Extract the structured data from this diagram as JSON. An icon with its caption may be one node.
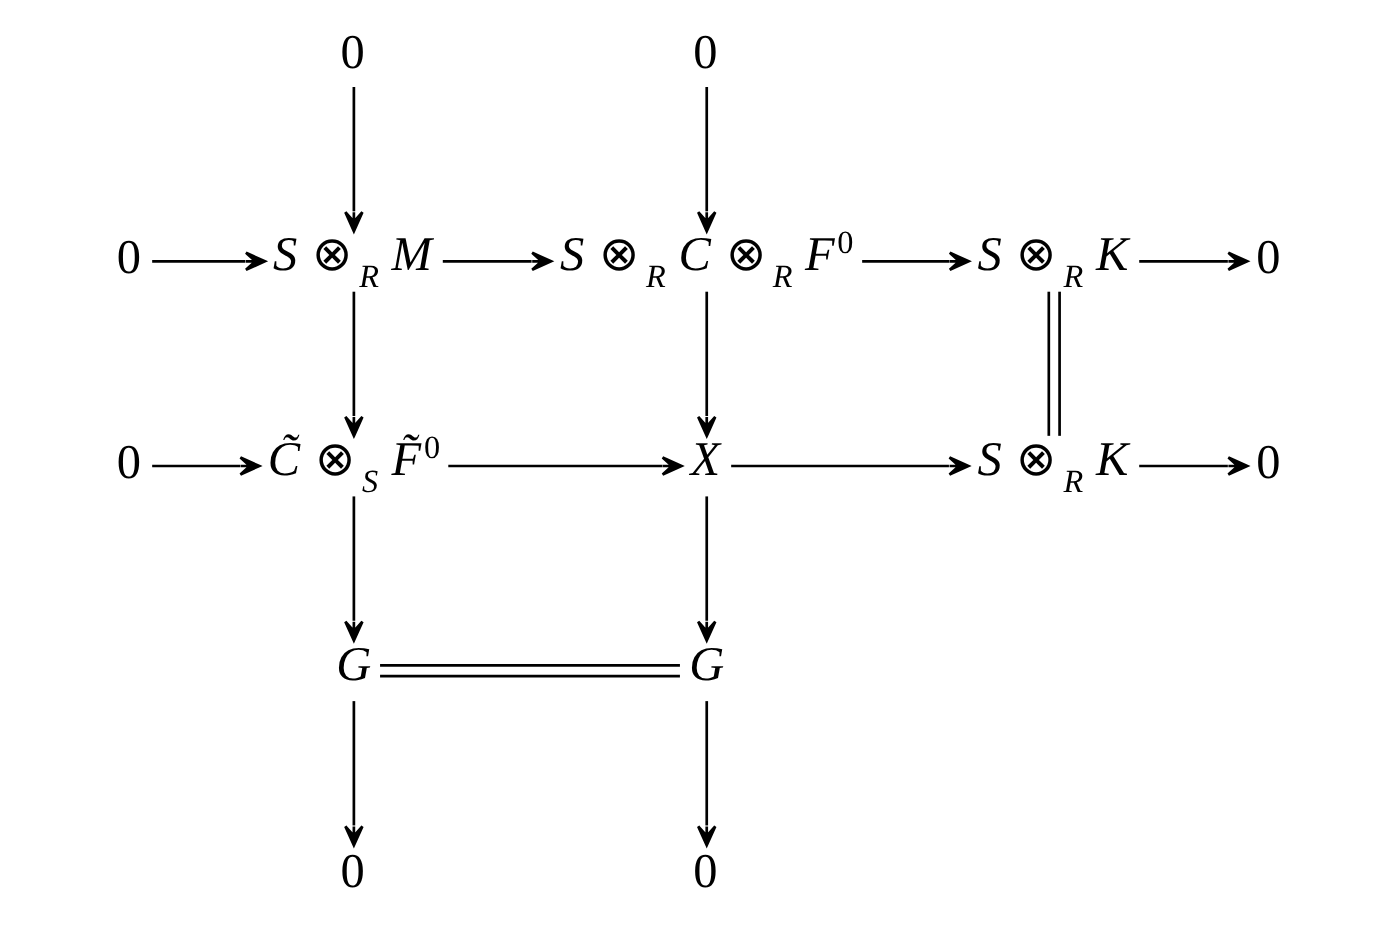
{
  "diagram": {
    "nodes": [
      {
        "text": [
          "0"
        ]
      },
      {
        "text": [
          "0"
        ]
      },
      {
        "text": [
          "0"
        ]
      },
      {
        "text": [
          "S ⊗$_{R}$ M"
        ]
      },
      {
        "text": [
          "S ⊗$_{R}$ C ⊗$_{R}$ F$^{0}$"
        ]
      },
      {
        "text": [
          "S ⊗$_{R}$ K"
        ]
      },
      {
        "text": [
          "0"
        ]
      },
      {
        "text": [
          "0"
        ]
      },
      {
        "text": [
          "C̃ ⊗$_{S}$ F̃$^{0}$"
        ]
      },
      {
        "text": [
          "X"
        ]
      },
      {
        "text": [
          "S ⊗$_{R}$ K"
        ]
      },
      {
        "text": [
          "0"
        ]
      },
      {
        "text": [
          "G"
        ]
      },
      {
        "text": [
          "G"
        ]
      },
      {
        "text": [
          "0"
        ]
      },
      {
        "text": [
          "0"
        ]
      }
    ],
    "edges": [
      {
        "from": 0,
        "to": 3,
        "arrow": "to"
      },
      {
        "from": 1,
        "to": 4,
        "arrow": "to"
      },
      {
        "from": 2,
        "to": 3,
        "arrow": "to"
      },
      {
        "from": 3,
        "to": 4,
        "arrow": "to"
      },
      {
        "from": 4,
        "to": 5,
        "arrow": "to"
      },
      {
        "from": 5,
        "to": 6,
        "arrow": "to"
      },
      {
        "from": 3,
        "to": 8,
        "arrow": "to"
      },
      {
        "from": 4,
        "to": 9,
        "arrow": "to"
      },
      {
        "from": 5,
        "to": 10,
        "arrow": "none"
      },
      {
        "from": 7,
        "to": 8,
        "arrow": "to"
      },
      {
        "from": 8,
        "to": 9,
        "arrow": "to"
      },
      {
        "from": 9,
        "to": 10,
        "arrow": "to"
      },
      {
        "from": 10,
        "to": 11,
        "arrow": "to"
      },
      {
        "from": 8,
        "to": 12,
        "arrow": "to"
      },
      {
        "from": 9,
        "to": 13,
        "arrow": "to"
      },
      {
        "from": 12,
        "to": 13,
        "arrow": "none"
      },
      {
        "from": 12,
        "to": 14,
        "arrow": "to"
      },
      {
        "from": 13,
        "to": 15,
        "arrow": "to"
      }
    ]
  }
}
